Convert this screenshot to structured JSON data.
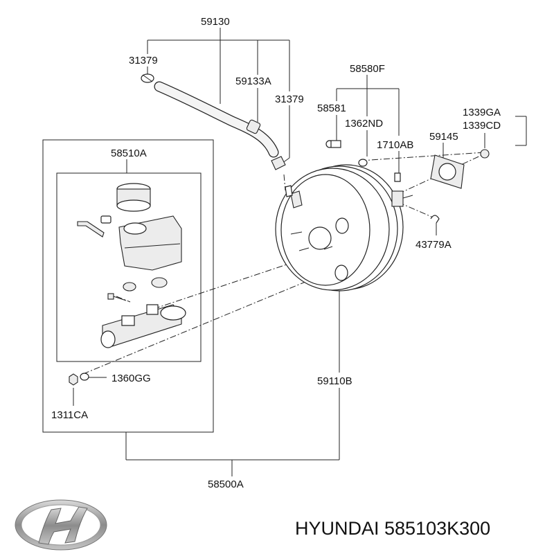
{
  "labels": {
    "l59130": "59130",
    "l31379a": "31379",
    "l59133a": "59133A",
    "l31379b": "31379",
    "l58580f": "58580F",
    "l58581": "58581",
    "l1362nd": "1362ND",
    "l1710ab": "1710AB",
    "l1339ga": "1339GA",
    "l1339cd": "1339CD",
    "l59145": "59145",
    "l43779a": "43779A",
    "l58510a": "58510A",
    "l1360gg": "1360GG",
    "l1311ca": "1311CA",
    "l59110b": "59110B",
    "l58500a": "58500A"
  },
  "brand": {
    "logo_icon": "hyundai-logo-icon",
    "caption": "HYUNDAI 585103K300"
  }
}
